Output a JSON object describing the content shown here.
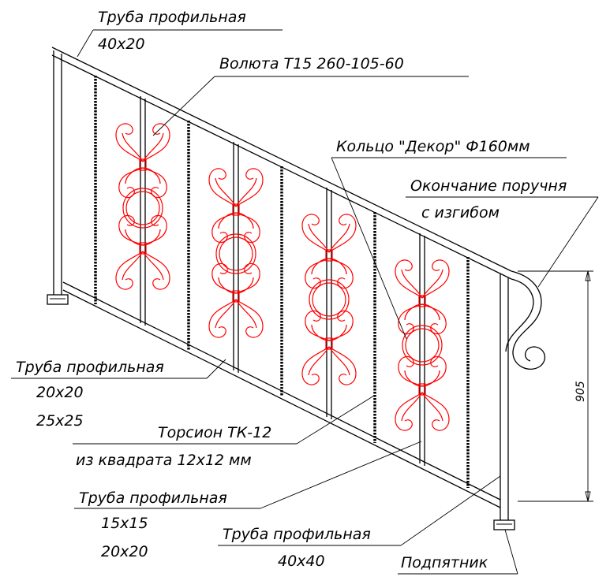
{
  "labels": {
    "handrail_pipe": {
      "title": "Труба профильная",
      "size": "40x20"
    },
    "volute": {
      "title": "Волюта Т15 260-105-60"
    },
    "ring": {
      "title": "Кольцо \"Декор\" Ф160мм"
    },
    "handrail_end": {
      "line1": "Окончание поручня",
      "line2": "с изгибом"
    },
    "bottom_rail_pipe": {
      "title": "Труба профильная",
      "size1": "20x20",
      "size2": "25x25"
    },
    "torsion": {
      "line1": "Торсион ТК-12",
      "line2": "из квадрата 12x12 мм"
    },
    "baluster_pipe": {
      "title": "Труба профильная",
      "size1": "15x15",
      "size2": "20x20"
    },
    "post_pipe": {
      "title": "Труба профильная",
      "size": "40x40"
    },
    "footing": {
      "title": "Подпятник"
    }
  },
  "dimension": {
    "height": "905"
  },
  "colors": {
    "line": "#000000",
    "ornament": "#ff0000",
    "background": "#ffffff"
  }
}
